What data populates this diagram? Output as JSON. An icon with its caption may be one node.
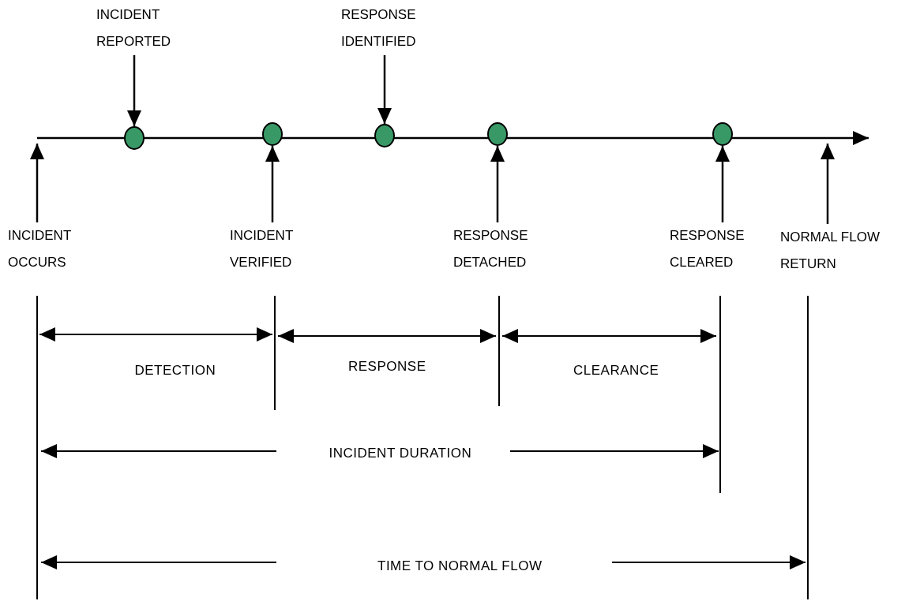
{
  "diagram": {
    "nodes": [
      {
        "text": [
          "INCIDENT REPORTED"
        ]
      },
      {
        "text": [
          "RESPONSE IDENTIFIED"
        ]
      },
      {
        "text": [],
        "shape": "circle"
      },
      {
        "text": [],
        "shape": "circle"
      },
      {
        "text": [],
        "shape": "circle"
      },
      {
        "text": [],
        "shape": "circle"
      },
      {
        "text": [],
        "shape": "circle"
      },
      {
        "text": [
          "INCIDENT OCCURS"
        ]
      },
      {
        "text": [
          "INCIDENT VERIFIED"
        ]
      },
      {
        "text": [
          "RESPONSE DETACHED"
        ]
      },
      {
        "text": [
          "RESPONSE CLEARED"
        ]
      },
      {
        "text": [
          "NORMAL FLOW RETURN"
        ]
      }
    ],
    "edges": [
      {
        "from": 0,
        "to": 2,
        "arrow": "to"
      },
      {
        "from": 1,
        "to": 4,
        "arrow": "to"
      },
      {
        "from": 7,
        "to": null,
        "arrow": "to"
      },
      {
        "from": 8,
        "to": 3,
        "arrow": "to"
      },
      {
        "from": 9,
        "to": 5,
        "arrow": "to"
      },
      {
        "from": 10,
        "to": 6,
        "arrow": "to"
      },
      {
        "from": 11,
        "to": null,
        "arrow": "to"
      }
    ],
    "labels": [
      "DETECTION",
      "RESPONSE",
      "CLEARANCE",
      "INCIDENT DURATION",
      "TIME TO NORMAL FLOW"
    ]
  }
}
